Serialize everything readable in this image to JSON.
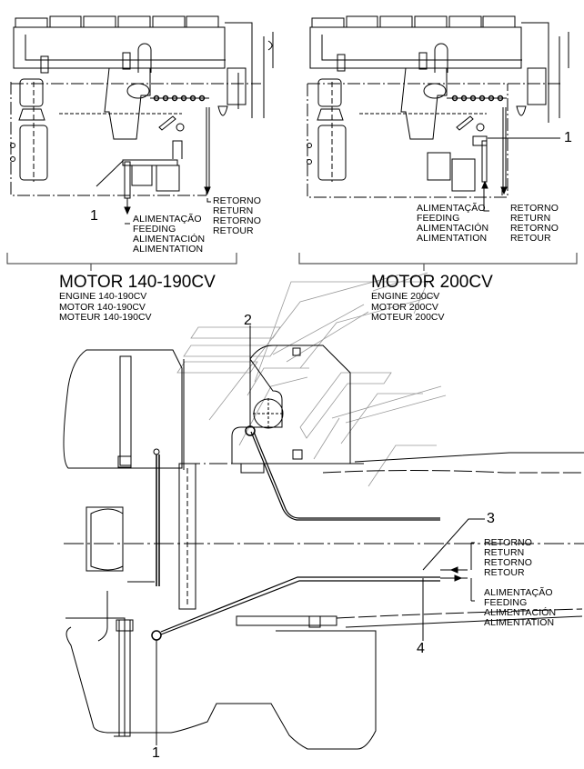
{
  "diagram": {
    "type": "fuel-line parts diagram",
    "panels": [
      {
        "id": "engine-140-190",
        "title": "MOTOR 140-190CV",
        "subtitles": [
          "ENGINE 140-190CV",
          "MOTOR 140-190CV",
          "MOTEUR 140-190CV"
        ],
        "callouts": [
          "1"
        ],
        "feed_label": [
          "ALIMENTAÇÃO",
          "FEEDING",
          "ALIMENTACIÓN",
          "ALIMENTATION"
        ],
        "return_label": [
          "RETORNO",
          "RETURN",
          "RETORNO",
          "RETOUR"
        ]
      },
      {
        "id": "engine-200",
        "title": "MOTOR 200CV",
        "subtitles": [
          "ENGINE 200CV",
          "MOTOR 200CV",
          "MOTEUR 200CV"
        ],
        "callouts": [
          "1"
        ],
        "feed_label": [
          "ALIMENTAÇÃO",
          "FEEDING",
          "ALIMENTACIÓN",
          "ALIMENTATION"
        ],
        "return_label": [
          "RETORNO",
          "RETURN",
          "RETORNO",
          "RETOUR"
        ]
      }
    ],
    "chassis": {
      "callouts": [
        "1",
        "2",
        "3",
        "4"
      ],
      "return_label": [
        "RETORNO",
        "RETURN",
        "RETORNO",
        "RETOUR"
      ],
      "feed_label": [
        "ALIMENTAÇÃO",
        "FEEDING",
        "ALIMENTACIÓN",
        "ALIMENTATION"
      ]
    }
  }
}
